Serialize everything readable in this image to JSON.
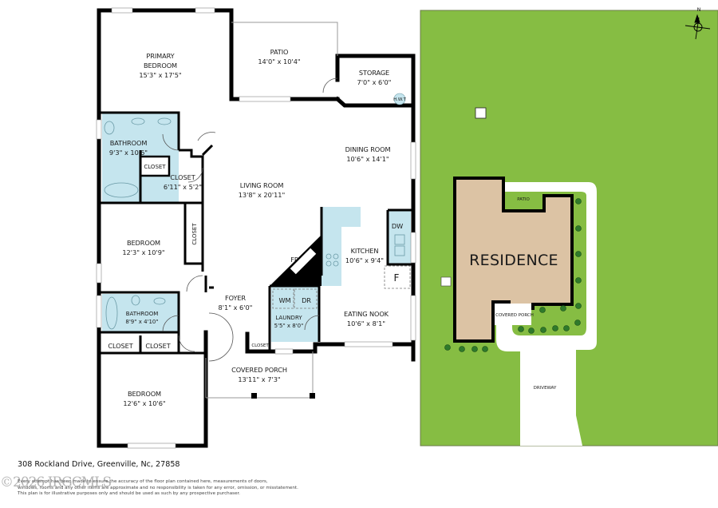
{
  "floorplan": {
    "rooms": [
      {
        "id": "primary-bedroom",
        "name_line1": "PRIMARY",
        "name_line2": "BEDROOM",
        "dim": "15'3\" x 17'5\""
      },
      {
        "id": "patio",
        "name": "PATIO",
        "dim": "14'0\" x 10'4\""
      },
      {
        "id": "storage",
        "name": "STORAGE",
        "dim": "7'0\" x 6'0\""
      },
      {
        "id": "bathroom-primary",
        "name": "BATHROOM",
        "dim": "9'3\" x 10'6\""
      },
      {
        "id": "closet-bath",
        "name": "CLOSET"
      },
      {
        "id": "closet-walkin",
        "name": "CLOSET",
        "dim": "6'11\" x 5'2\""
      },
      {
        "id": "living-room",
        "name": "LIVING ROOM",
        "dim": "13'8\" x 20'11\""
      },
      {
        "id": "dining-room",
        "name": "DINING ROOM",
        "dim": "10'6\" x 14'1\""
      },
      {
        "id": "bedroom-2",
        "name": "BEDROOM",
        "dim": "12'3\" x 10'9\""
      },
      {
        "id": "closet-bedroom-2",
        "name": "CLOSET"
      },
      {
        "id": "kitchen",
        "name": "KITCHEN",
        "dim": "10'6\" x 9'4\""
      },
      {
        "id": "foyer",
        "name": "FOYER",
        "dim": "8'1\" x 6'0\""
      },
      {
        "id": "bathroom-2",
        "name": "BATHROOM",
        "dim": "8'9\" x 4'10\""
      },
      {
        "id": "laundry",
        "name": "LAUNDRY",
        "dim": "5'5\" x 8'0\""
      },
      {
        "id": "eating-nook",
        "name": "EATING NOOK",
        "dim": "10'6\" x 8'1\""
      },
      {
        "id": "closet-hall-1",
        "name": "CLOSET"
      },
      {
        "id": "closet-hall-2",
        "name": "CLOSET"
      },
      {
        "id": "closet-foyer",
        "name": "CLOSET"
      },
      {
        "id": "covered-porch",
        "name": "COVERED PORCH",
        "dim": "13'11\" x 7'3\""
      },
      {
        "id": "bedroom-3",
        "name": "BEDROOM",
        "dim": "12'6\" x 10'6\""
      }
    ],
    "fixtures": {
      "hwt": "H.W.T",
      "fireplace": "FP",
      "washer": "WM",
      "dryer": "DR",
      "dishwasher": "DW",
      "fridge": "F"
    }
  },
  "siteplan": {
    "residence": "RESIDENCE",
    "patio": "PATIO",
    "covered_porch": "COVERED PORCH",
    "driveway": "DRIVEWAY",
    "compass": "N"
  },
  "colors": {
    "wall": "#000000",
    "wet_area": "#c5e5ee",
    "lawn": "#86bd43",
    "residence": "#dcc3a4",
    "shrub": "#2f7a2b"
  },
  "footer": {
    "address": "308 Rockland Drive, Greenville, Nc, 27858",
    "disclaimer_line1": "Every attempt has been made to ensure the accuracy of the floor plan contained here, measurements of doors,",
    "disclaimer_line2": "windows, rooms and any other items are approximate and no responsibility is taken for any error, omission, or misstatement.",
    "disclaimer_line3": "This plan is for illustrative purposes only and should be used as such by any prospective purchaser.",
    "watermark": "©2026 IRGCMLS"
  }
}
